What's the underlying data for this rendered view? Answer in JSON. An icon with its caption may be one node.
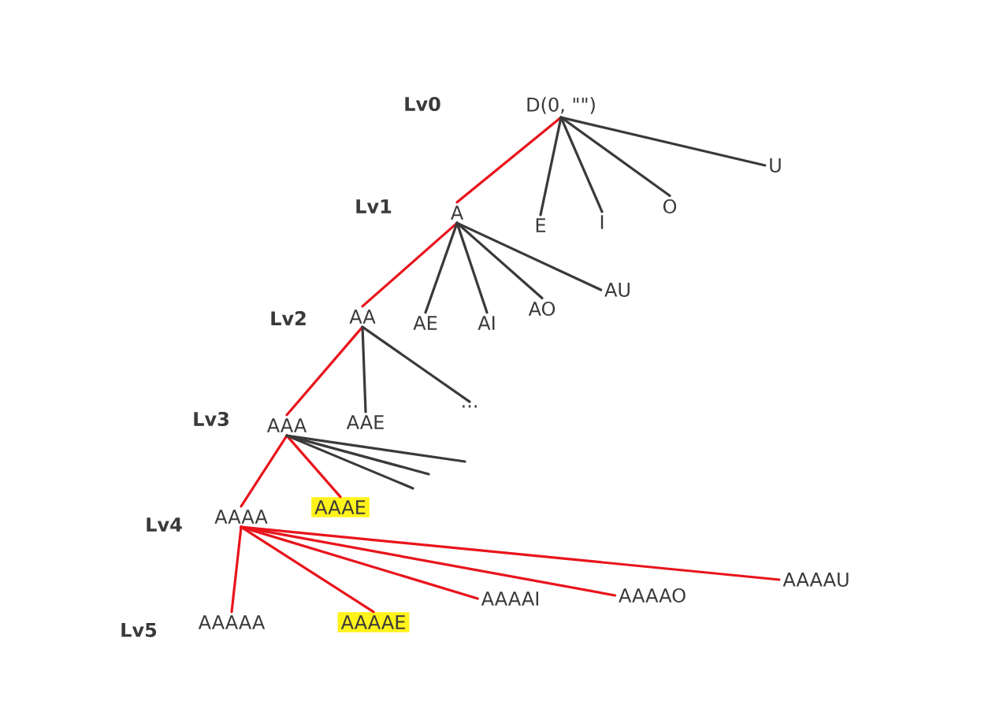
{
  "diagram": {
    "nodes": [
      {
        "text": [
          "D(0, \"\")"
        ]
      },
      {
        "text": [
          "A"
        ]
      },
      {
        "text": [
          "E"
        ]
      },
      {
        "text": [
          "I"
        ]
      },
      {
        "text": [
          "O"
        ]
      },
      {
        "text": [
          "U"
        ]
      },
      {
        "text": [
          "AA"
        ]
      },
      {
        "text": [
          "AE"
        ]
      },
      {
        "text": [
          "AI"
        ]
      },
      {
        "text": [
          "AO"
        ]
      },
      {
        "text": [
          "AU"
        ]
      },
      {
        "text": [
          "AAA"
        ]
      },
      {
        "text": [
          "AAE"
        ]
      },
      {
        "text": [
          "..."
        ]
      },
      {
        "text": [
          "AAAA"
        ]
      },
      {
        "text": [
          "AAAE"
        ]
      },
      {
        "text": [
          "AAAAA"
        ]
      },
      {
        "text": [
          "AAAAE"
        ]
      },
      {
        "text": [
          "AAAAI"
        ]
      },
      {
        "text": [
          "AAAAO"
        ]
      },
      {
        "text": [
          "AAAAU"
        ]
      }
    ],
    "edges": [
      {
        "from": 0,
        "to": 1,
        "arrow": "none",
        "color": "#e8141c"
      },
      {
        "from": 0,
        "to": 2,
        "arrow": "none"
      },
      {
        "from": 0,
        "to": 3,
        "arrow": "none"
      },
      {
        "from": 0,
        "to": 4,
        "arrow": "none"
      },
      {
        "from": 0,
        "to": 5,
        "arrow": "none"
      },
      {
        "from": 1,
        "to": 6,
        "arrow": "none",
        "color": "#e8141c"
      },
      {
        "from": 1,
        "to": 7,
        "arrow": "none"
      },
      {
        "from": 1,
        "to": 8,
        "arrow": "none"
      },
      {
        "from": 1,
        "to": 9,
        "arrow": "none"
      },
      {
        "from": 1,
        "to": 10,
        "arrow": "none"
      },
      {
        "from": 6,
        "to": 11,
        "arrow": "none",
        "color": "#e8141c"
      },
      {
        "from": 6,
        "to": 12,
        "arrow": "none"
      },
      {
        "from": 6,
        "to": 13,
        "arrow": "none"
      },
      {
        "from": 11,
        "to": 14,
        "arrow": "none",
        "color": "#e8141c"
      },
      {
        "from": 11,
        "to": 15,
        "arrow": "none",
        "color": "#e8141c"
      },
      {
        "from": 11,
        "to": null,
        "arrow": "none"
      },
      {
        "from": 11,
        "to": null,
        "arrow": "none"
      },
      {
        "from": 11,
        "to": null,
        "arrow": "none"
      },
      {
        "from": 14,
        "to": 16,
        "arrow": "none",
        "color": "#e8141c"
      },
      {
        "from": 14,
        "to": 17,
        "arrow": "none",
        "color": "#e8141c"
      },
      {
        "from": 14,
        "to": 18,
        "arrow": "none",
        "color": "#e8141c"
      },
      {
        "from": 14,
        "to": 19,
        "arrow": "none",
        "color": "#e8141c"
      },
      {
        "from": 14,
        "to": 20,
        "arrow": "none",
        "color": "#e8141c"
      }
    ],
    "labels": [
      "Lv0",
      "Lv1",
      "Lv2",
      "Lv3",
      "Lv4",
      "Lv5"
    ]
  }
}
